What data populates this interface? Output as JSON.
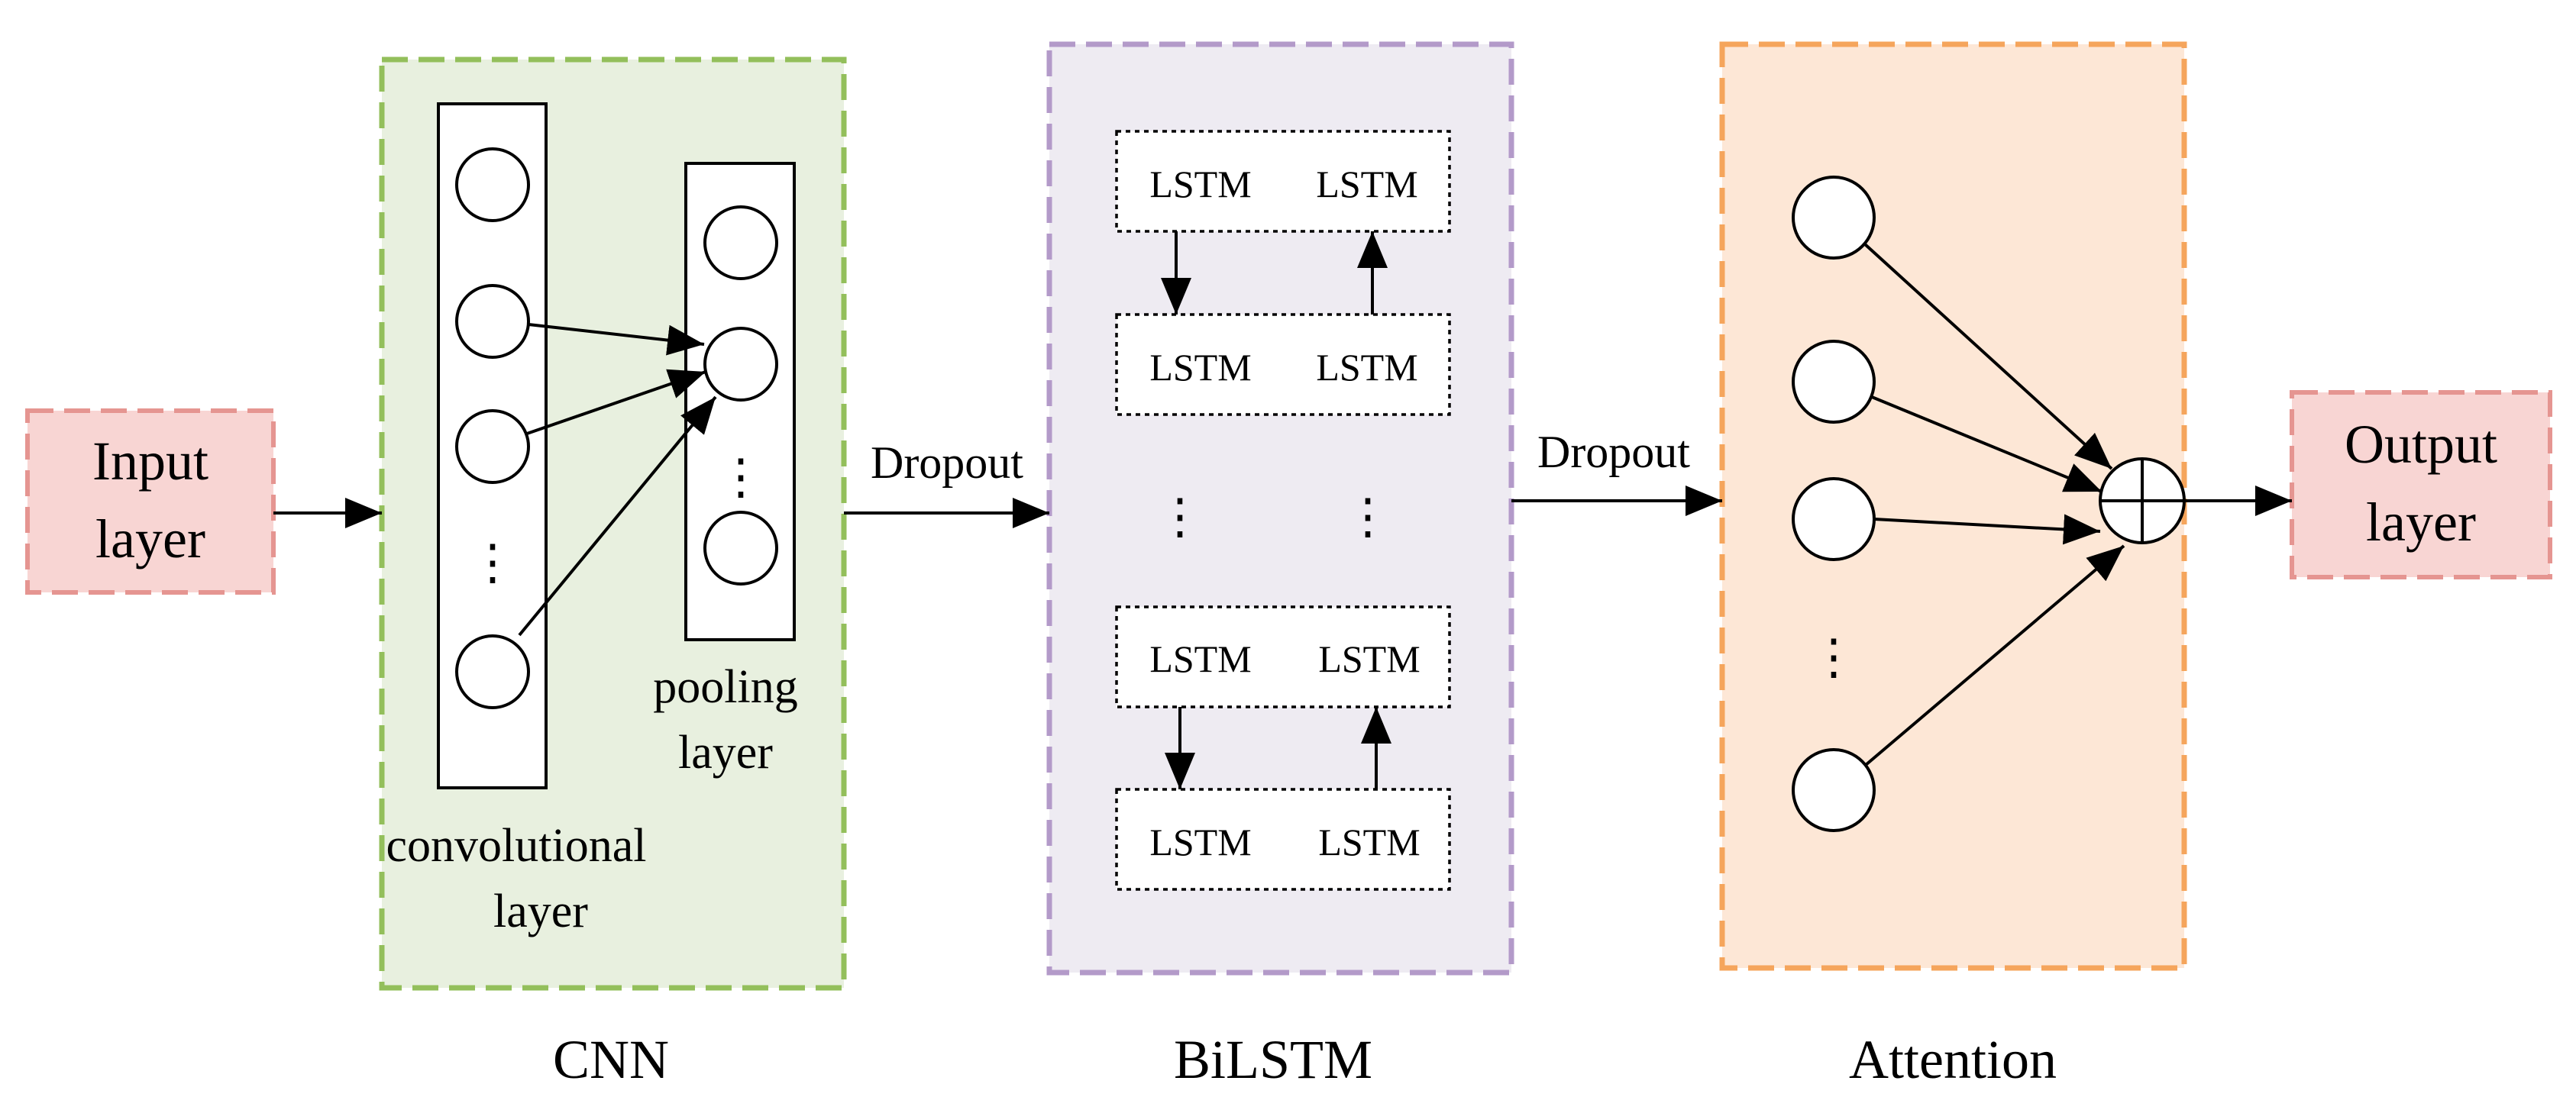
{
  "labels": {
    "input": [
      "Input",
      "layer"
    ],
    "output": [
      "Output",
      "layer"
    ],
    "cnn": "CNN",
    "bilstm": "BiLSTM",
    "attention": "Attention",
    "conv": [
      "convolutional",
      "layer"
    ],
    "pool": [
      "pooling",
      "layer"
    ],
    "dropout1": "Dropout",
    "dropout2": "Dropout",
    "lstm": "LSTM",
    "ellipsis": "⋮"
  },
  "colors": {
    "input_fill": "#f8d5d3",
    "input_border": "#e59591",
    "cnn_fill": "#e8f0df",
    "cnn_border": "#93bf5b",
    "bilstm_fill": "#eeebf2",
    "bilstm_border": "#b39ac9",
    "attention_fill": "#fde7d6",
    "attention_border": "#f5a55c"
  }
}
